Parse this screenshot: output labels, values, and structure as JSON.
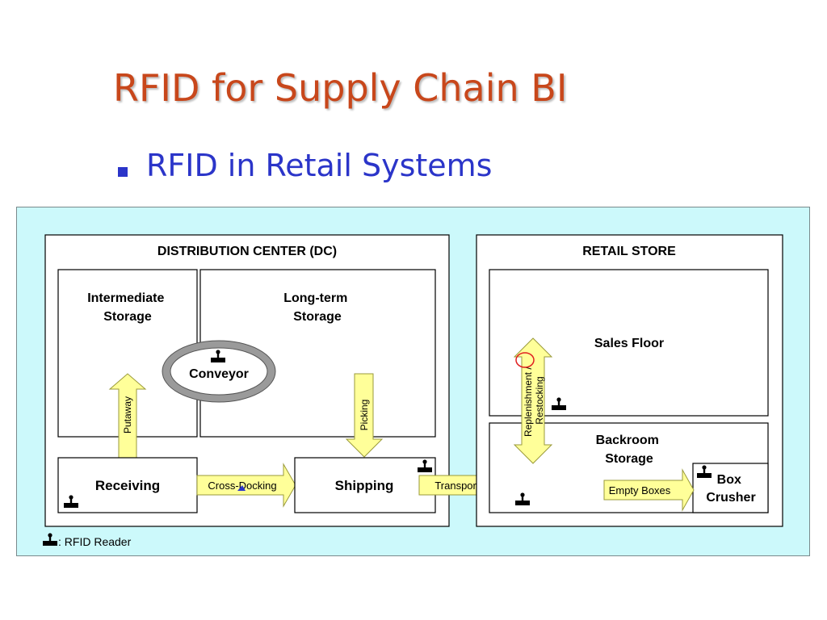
{
  "slide": {
    "title": "RFID for Supply Chain BI",
    "bullet": "RFID in Retail Systems"
  },
  "diagram": {
    "dc": {
      "heading": "DISTRIBUTION CENTER (DC)",
      "intermediate_storage": [
        "Intermediate",
        "Storage"
      ],
      "long_term_storage": [
        "Long-term",
        "Storage"
      ],
      "conveyor": "Conveyor",
      "receiving": "Receiving",
      "shipping": "Shipping",
      "putaway": "Putaway",
      "picking": "Picking",
      "cross_docking": "Cross-Docking"
    },
    "transportation": "Transportation",
    "store": {
      "heading": "RETAIL STORE",
      "sales_floor": "Sales Floor",
      "backroom_storage": [
        "Backroom",
        "Storage"
      ],
      "box_crusher": [
        "Box",
        "Crusher"
      ],
      "empty_boxes": "Empty Boxes",
      "replenishment": [
        "Replenishment /",
        "Restocking"
      ]
    },
    "legend": ": RFID Reader",
    "colors": {
      "background": "#ccf9fb",
      "arrow_fill": "#ffff99",
      "title": "#c8471b",
      "subtitle": "#2b35c9"
    }
  }
}
